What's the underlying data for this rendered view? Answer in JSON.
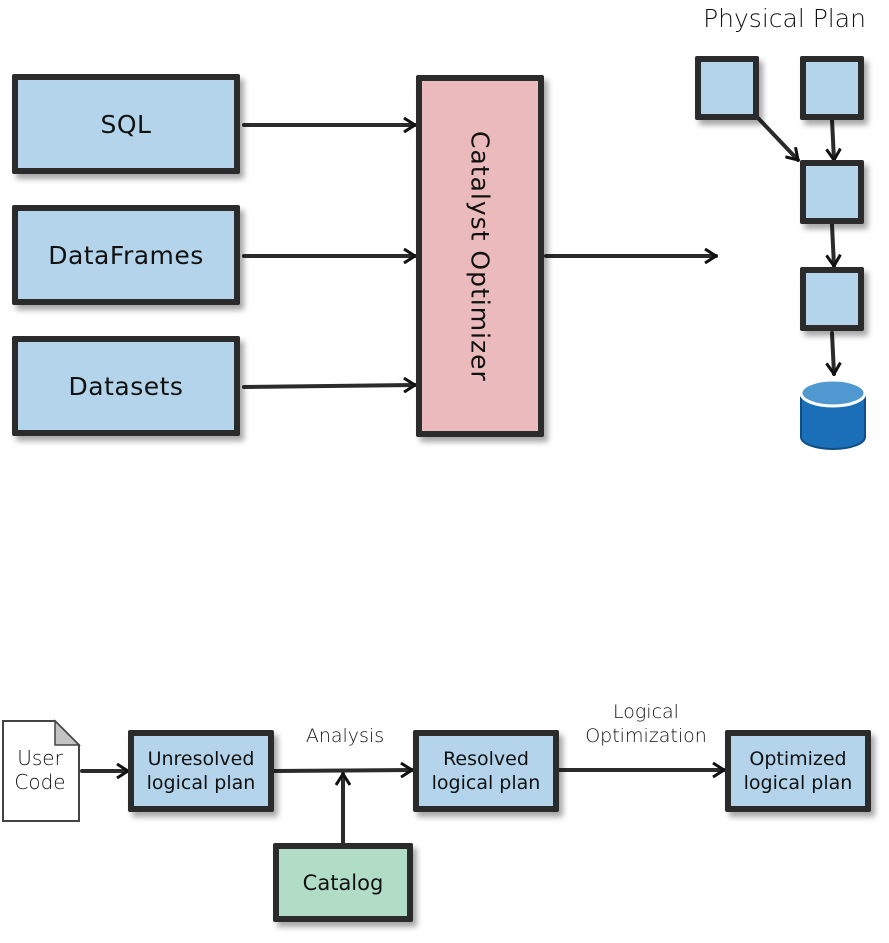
{
  "top_diagram": {
    "inputs": [
      {
        "label": "SQL"
      },
      {
        "label": "DataFrames"
      },
      {
        "label": "Datasets"
      }
    ],
    "optimizer": {
      "label": "Catalyst Optimizer"
    },
    "physical_plan": {
      "title": "Physical Plan",
      "node_count": 4,
      "storage_icon": "database-cylinder"
    }
  },
  "bottom_diagram": {
    "user_code": {
      "line1": "User",
      "line2": "Code"
    },
    "unresolved": {
      "line1": "Unresolved",
      "line2": "logical plan"
    },
    "analysis_label": "Analysis",
    "catalog": {
      "label": "Catalog"
    },
    "resolved": {
      "line1": "Resolved",
      "line2": "logical plan"
    },
    "logical_opt_label": {
      "line1": "Logical",
      "line2": "Optimization"
    },
    "optimized": {
      "line1": "Optimized",
      "line2": "logical plan"
    }
  },
  "colors": {
    "input_box": "#b3d4ea",
    "optimizer_box": "#ebbabd",
    "catalog_box": "#b1ddc6",
    "database": "#1a6fb8",
    "stroke": "#2b2b2b"
  }
}
